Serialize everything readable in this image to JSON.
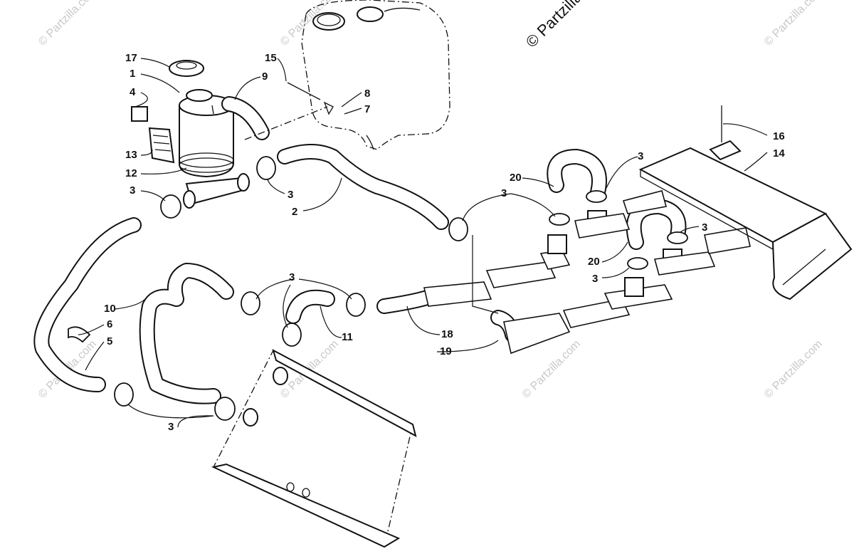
{
  "copyright": "© Partzilla.com",
  "watermark": "© Partzilla.com",
  "callouts": {
    "c17": "17",
    "c1": "1",
    "c4": "4",
    "c13": "13",
    "c12": "12",
    "c3a": "3",
    "c15": "15",
    "c9": "9",
    "c8": "8",
    "c7": "7",
    "c3b": "3",
    "c2": "2",
    "c10": "10",
    "c6": "6",
    "c5": "5",
    "c3c": "3",
    "c11": "11",
    "c18": "18",
    "c19": "19",
    "c3d": "3",
    "c20a": "20",
    "c3e": "3",
    "c3f": "3",
    "c16": "16",
    "c14": "14",
    "c3g": "3",
    "c20b": "20",
    "c3h": "3"
  }
}
